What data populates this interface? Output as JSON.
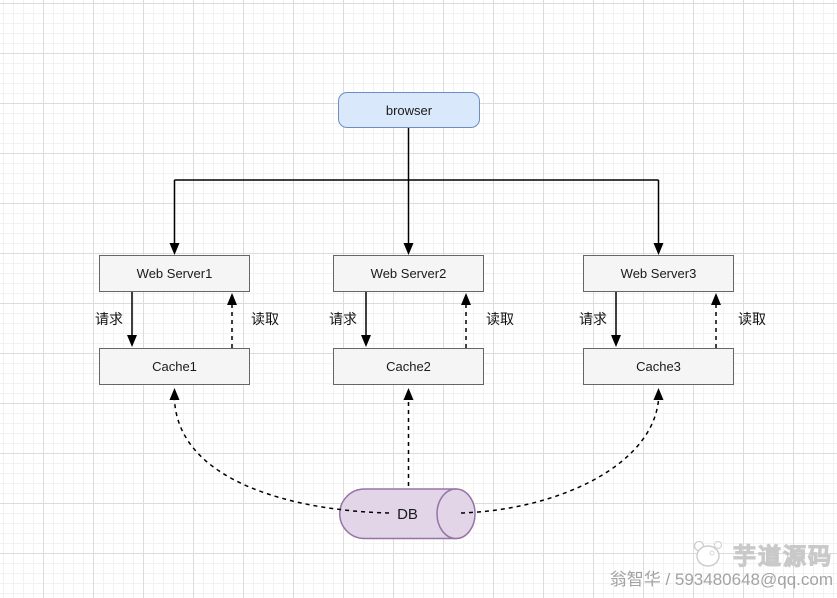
{
  "diagram": {
    "browser": {
      "label": "browser"
    },
    "columns": [
      {
        "server_label": "Web Server1",
        "cache_label": "Cache1",
        "request_label": "请求",
        "read_label": "读取"
      },
      {
        "server_label": "Web Server2",
        "cache_label": "Cache2",
        "request_label": "请求",
        "read_label": "读取"
      },
      {
        "server_label": "Web Server3",
        "cache_label": "Cache3",
        "request_label": "请求",
        "read_label": "读取"
      }
    ],
    "db": {
      "label": "DB"
    }
  },
  "watermark": {
    "brand": "芋道源码",
    "credit": "翁智华 / 593480648@qq.com"
  },
  "colors": {
    "browser_fill": "#dae8fc",
    "browser_border": "#6c8ebf",
    "node_fill": "#f5f5f5",
    "node_border": "#666666",
    "db_fill": "#e1d5e7",
    "db_border": "#9673a6",
    "edge": "#000000",
    "grid_major": "#dcdcdc",
    "grid_minor": "#f2f2f2"
  }
}
